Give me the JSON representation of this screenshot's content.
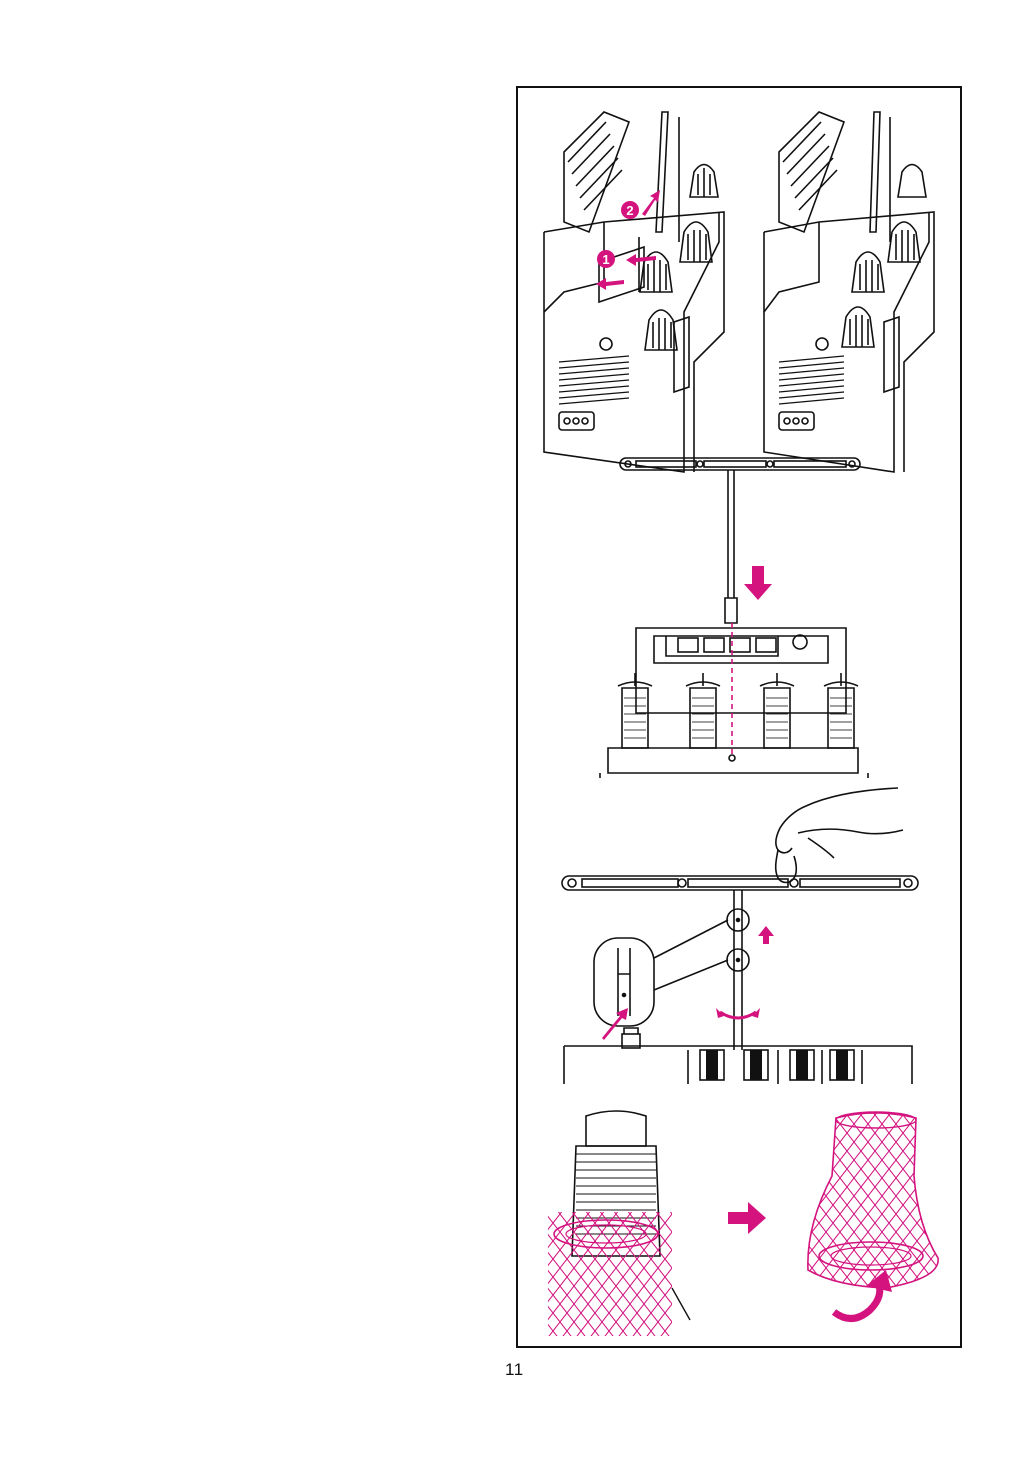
{
  "page": {
    "number": "11"
  },
  "step_badges": [
    {
      "label": "1"
    },
    {
      "label": "2"
    }
  ],
  "colors": {
    "accent": "#d4137f",
    "line": "#111111",
    "paper": "#ffffff"
  },
  "icons": {
    "arrow": "magenta-arrow-icon",
    "rotate": "rotate-arrow-icon"
  }
}
